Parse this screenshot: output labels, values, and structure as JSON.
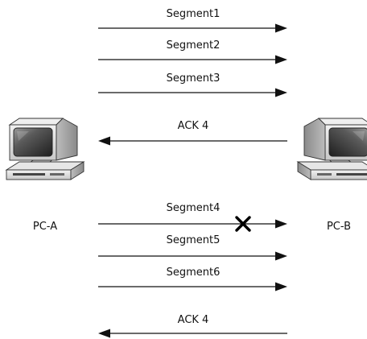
{
  "hosts": {
    "left": "PC-A",
    "right": "PC-B"
  },
  "messages": [
    {
      "label": "Segment1",
      "direction": "A-to-B",
      "lost": false
    },
    {
      "label": "Segment2",
      "direction": "A-to-B",
      "lost": false
    },
    {
      "label": "Segment3",
      "direction": "A-to-B",
      "lost": false
    },
    {
      "label": "ACK 4",
      "direction": "B-to-A",
      "lost": false
    },
    {
      "label": "Segment4",
      "direction": "A-to-B",
      "lost": true
    },
    {
      "label": "Segment5",
      "direction": "A-to-B",
      "lost": false
    },
    {
      "label": "Segment6",
      "direction": "A-to-B",
      "lost": false
    },
    {
      "label": "ACK 4",
      "direction": "B-to-A",
      "lost": false
    }
  ],
  "icons": {
    "computer": "desktop-computer-icon",
    "loss_marker": "x-cross-icon"
  }
}
